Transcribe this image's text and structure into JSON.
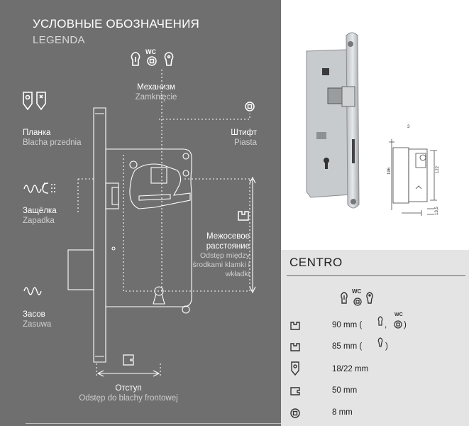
{
  "legend": {
    "title": "УСЛОВНЫЕ ОБОЗНАЧЕНИЯ",
    "subtitle": "LEGENDA",
    "labels": {
      "mechanism": {
        "ru": "Механизм",
        "pl": "Zamknięcie"
      },
      "pin": {
        "ru": "Штифт",
        "pl": "Piasta"
      },
      "strike": {
        "ru": "Планка",
        "pl": "Blacha przednia"
      },
      "latch": {
        "ru": "Защёлка",
        "pl": "Zapadka"
      },
      "spacing": {
        "ru": "Межосевое расстояние",
        "pl": "Odstęp między środkami klamki i wkładki"
      },
      "bolt": {
        "ru": "Засов",
        "pl": "Zasuwa"
      },
      "backset": {
        "ru": "Отступ",
        "pl": "Odstęp do blachy frontowej"
      },
      "wc": "WC",
      "slash": "/"
    }
  },
  "drawing": {
    "dim_3": "3",
    "dim_196": "196",
    "dim_122": "122",
    "dim_13_5": "13,5"
  },
  "product": {
    "name": "CENTRO",
    "wc": "WC",
    "specs": [
      {
        "icon": "spacing-icon",
        "value": "90 mm (",
        "wc": "WC",
        "after": ")"
      },
      {
        "icon": "spacing-icon",
        "value": "85 mm (",
        "after": ")"
      },
      {
        "icon": "strike-icon",
        "value": "18/22 mm"
      },
      {
        "icon": "backset-icon",
        "value": "50 mm"
      },
      {
        "icon": "pin-icon",
        "value": "8 mm"
      }
    ]
  },
  "colors": {
    "panel": "#706f6f",
    "table": "#e4e4e4",
    "line": "#ffffff"
  }
}
